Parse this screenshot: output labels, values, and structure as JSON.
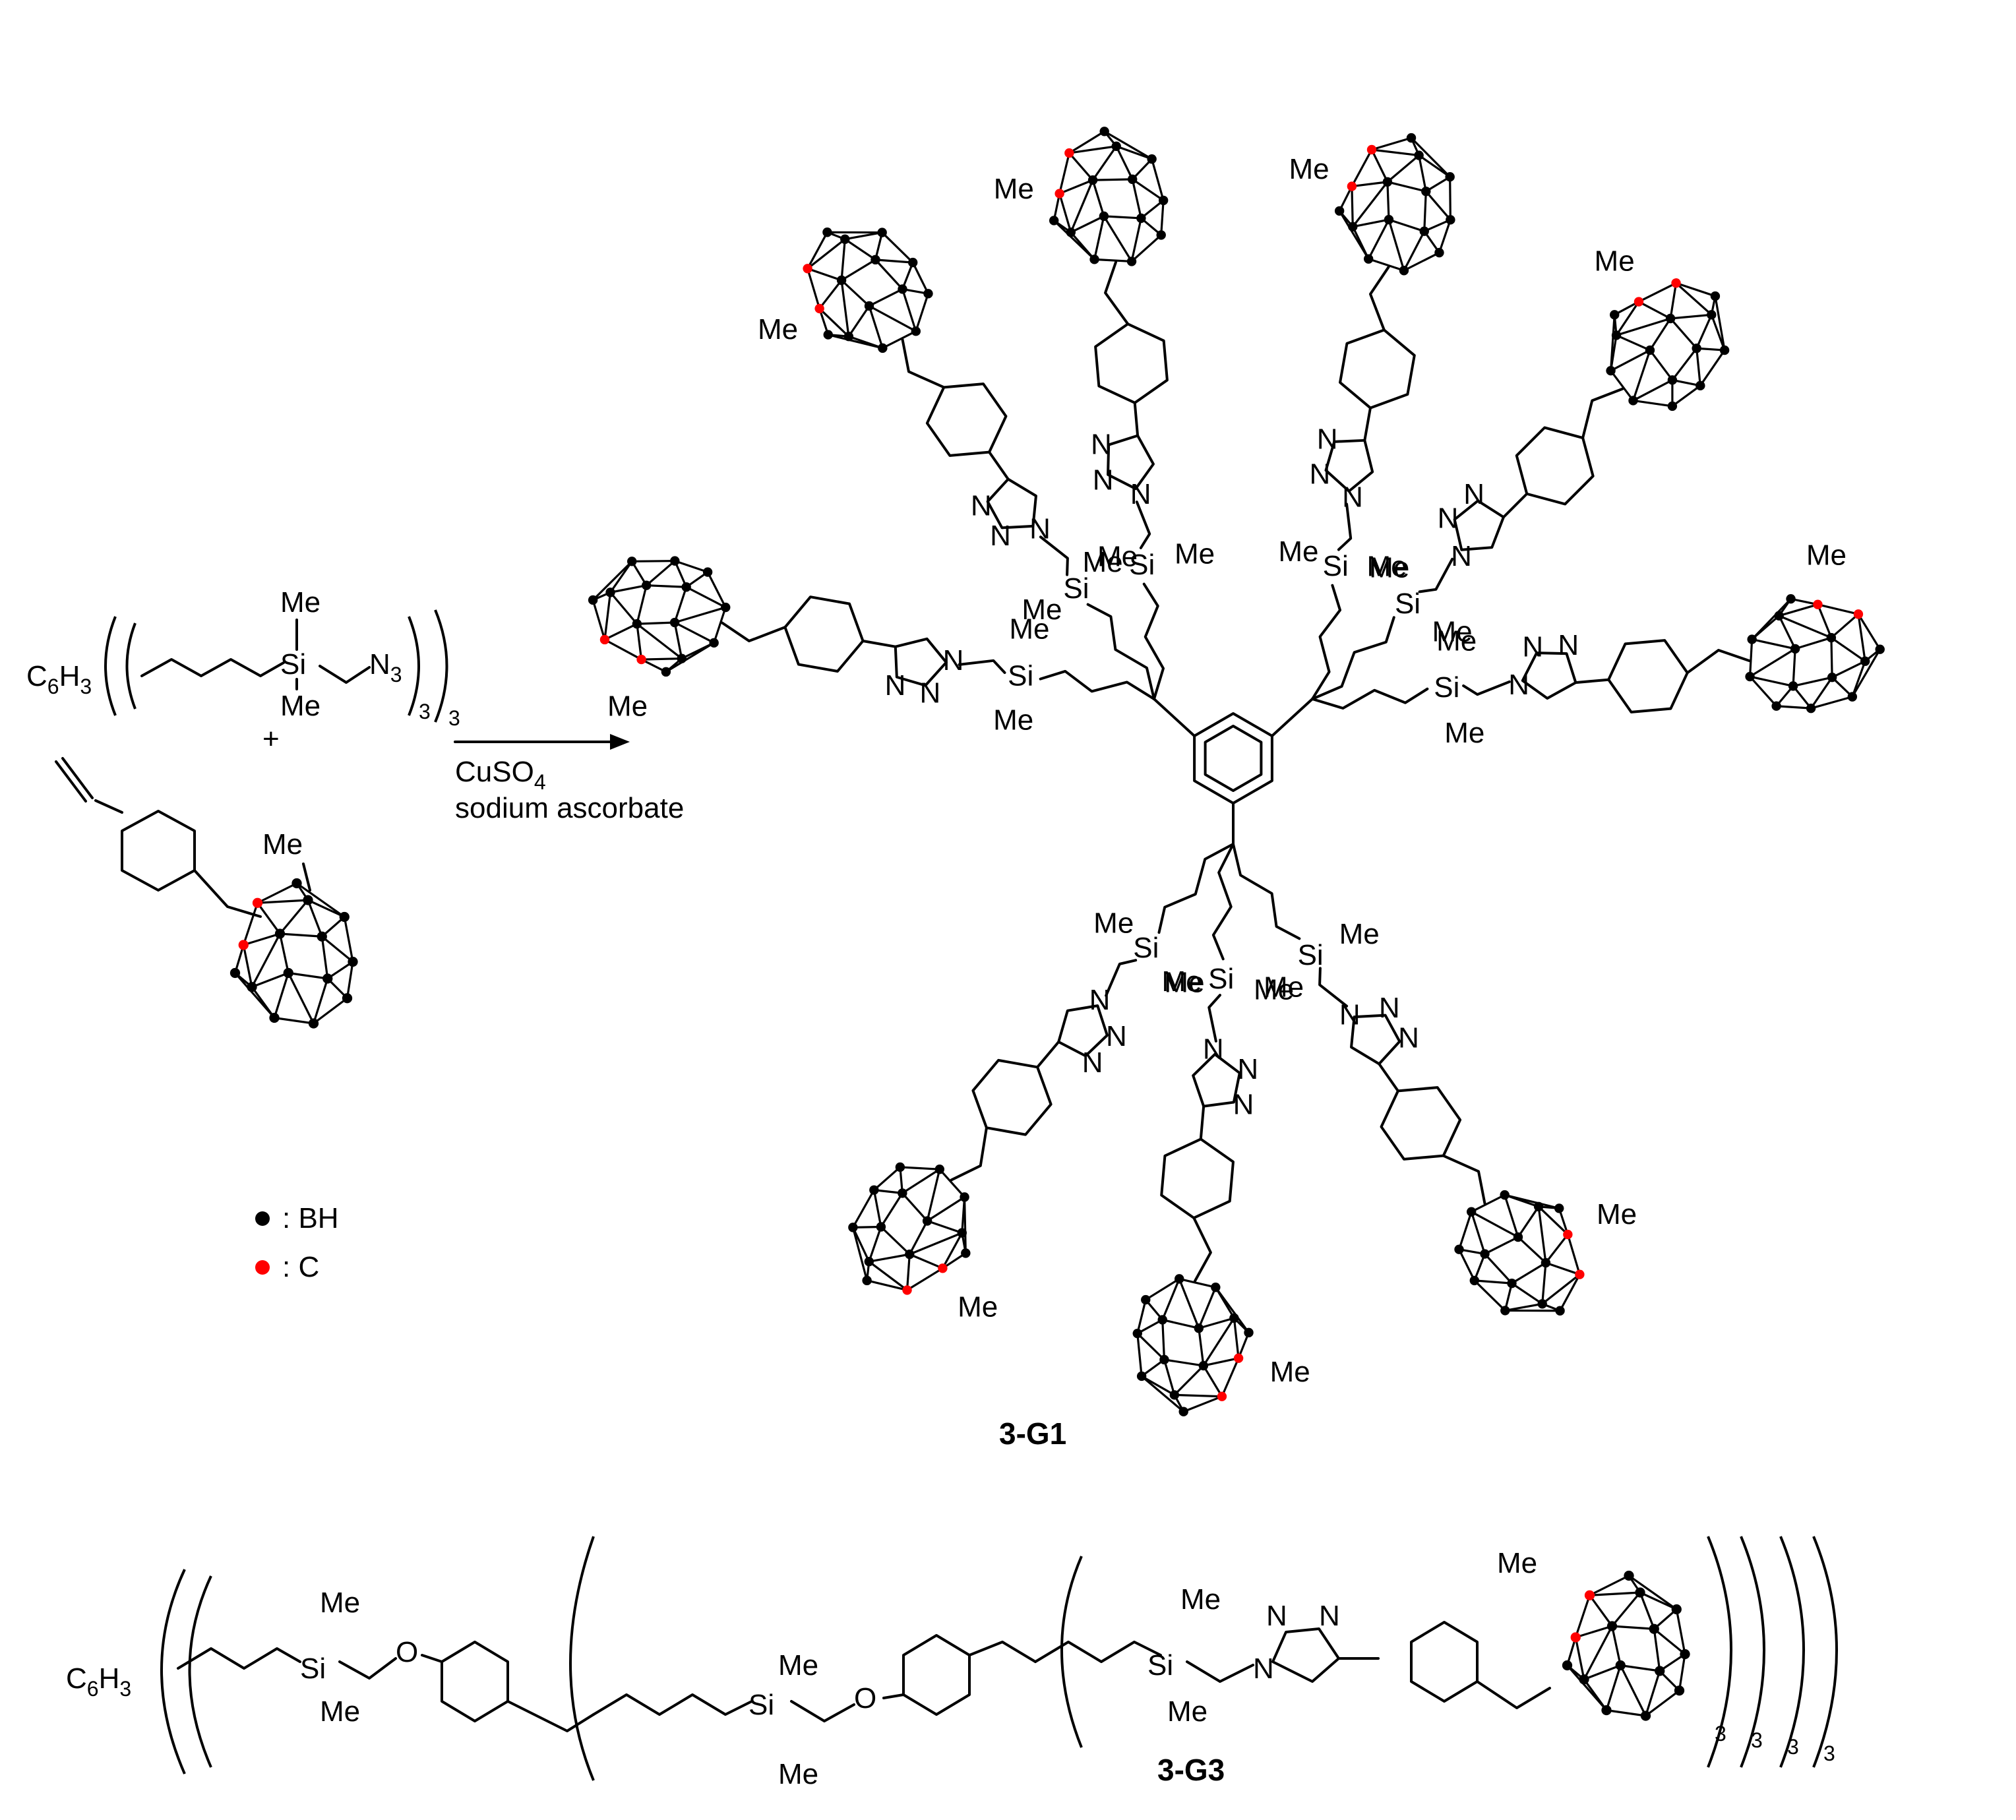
{
  "reagents": {
    "azide_core": {
      "c6h3": "C",
      "c6h3_sub": "6",
      "c6h3_tail": "H",
      "c6h3_sub2": "3",
      "si": "Si",
      "me_top": "Me",
      "me_bottom": "Me",
      "n3": "N",
      "n3_sub": "3",
      "sub_inner": "3",
      "sub_outer": "3"
    },
    "plus": "+",
    "alkyne_carborane": {
      "me": "Me"
    }
  },
  "conditions": {
    "line1": "CuSO",
    "line1_sub": "4",
    "line2": "sodium ascorbate"
  },
  "legend": {
    "bh_label": ": BH",
    "c_label": ": C",
    "bh_color": "#000000",
    "c_color": "#ff0000"
  },
  "product_g1": {
    "name": "3-G1",
    "atom_labels": {
      "me": "Me",
      "si": "Si",
      "n": "N"
    }
  },
  "product_g3": {
    "name": "3-G3",
    "c6h3": "C",
    "c6h3_sub": "6",
    "c6h3_tail": "H",
    "c6h3_sub2": "3",
    "si": "Si",
    "me": "Me",
    "o": "O",
    "n": "N",
    "subscripts": [
      "3",
      "3",
      "3",
      "3"
    ]
  }
}
